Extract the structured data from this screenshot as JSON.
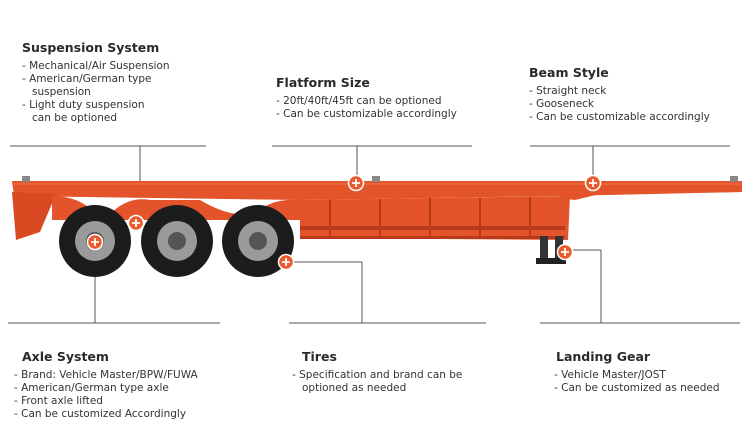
{
  "colors": {
    "trailer": "#e4542b",
    "trailer_dark": "#b83a1a",
    "marker": "#ea5a2c",
    "leader": "#555555"
  },
  "features": {
    "suspension": {
      "title": "Suspension System",
      "lines": [
        "- Mechanical/Air Suspension",
        "- American/German type",
        "suspension",
        "- Light duty suspension",
        "can be optioned"
      ]
    },
    "platform": {
      "title": "Flatform Size",
      "lines": [
        "- 20ft/40ft/45ft can be optioned",
        "- Can be customizable accordingly"
      ]
    },
    "beam": {
      "title": "Beam Style",
      "lines": [
        "- Straight neck",
        "- Gooseneck",
        "- Can be customizable accordingly"
      ]
    },
    "axle": {
      "title": "Axle System",
      "lines": [
        "- Brand: Vehicle Master/BPW/FUWA",
        "- American/German type axle",
        "- Front axle lifted",
        "- Can be customized Accordingly"
      ]
    },
    "tires": {
      "title": "Tires",
      "lines": [
        "- Specification and brand can be",
        "optioned as needed"
      ]
    },
    "landing": {
      "title": "Landing Gear",
      "lines": [
        "- Vehicle Master/JOST",
        "- Can be customized as needed"
      ]
    }
  },
  "icons": {
    "marker": "plus-circle-icon"
  }
}
